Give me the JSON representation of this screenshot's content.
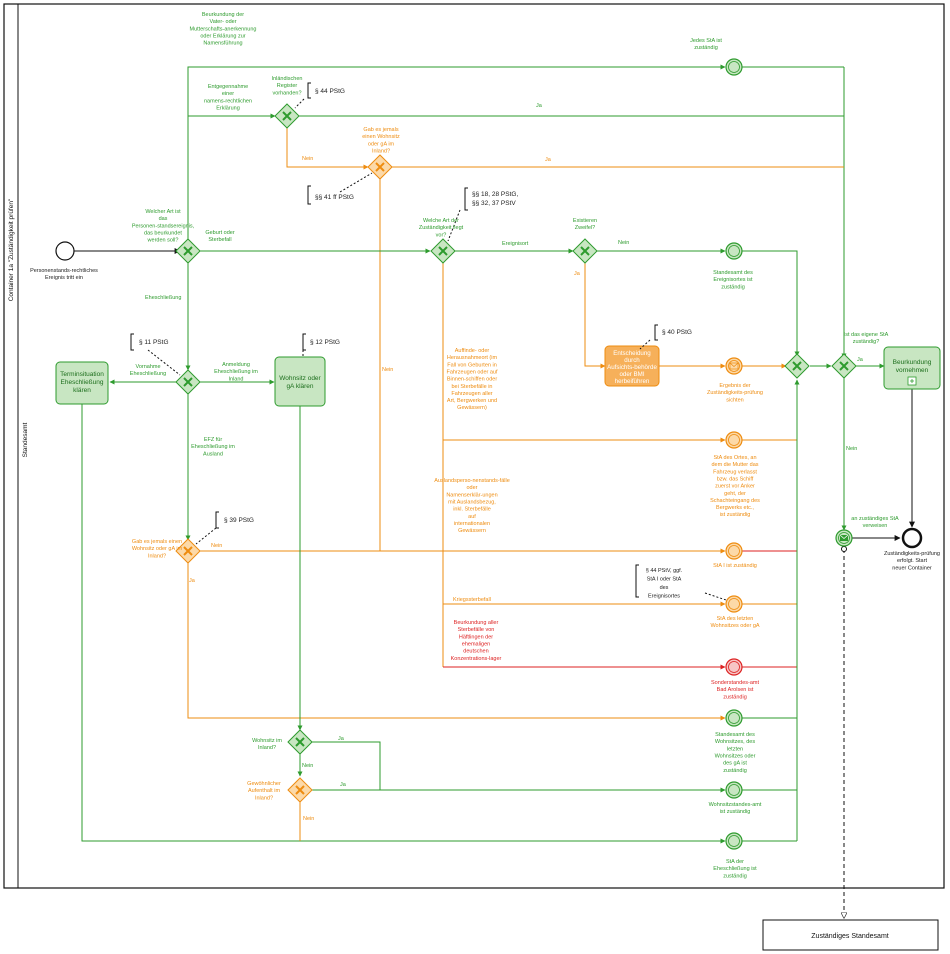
{
  "pool": {
    "name": "Container 1a \"Zuständigkeit prüfen\"",
    "lane": "Standesamt"
  },
  "external": {
    "label": "Zuständiges Standesamt"
  },
  "events": {
    "start": "Personenstands-rechtliches Ereignis tritt ein",
    "end": "Zuständigkeits-prüfung erfolgt. Start neuer Container",
    "e_jedes": "Jedes StA ist zuständig",
    "e_ereignisort": "Standesamt des Ereignisortes ist zuständig",
    "e_ergebnis": "Ergebnis der Zuständigkeits-prüfung sichten",
    "e_ortes": "StA des Ortes, an dem die Mutter das Fahrzeug verlasst bzw. das Schiff zuerst vor Anker geht, der Schachteingang des Bergwerks etc., ist zuständig",
    "e_sta1": "StA I ist zuständig",
    "e_letzten": "StA des letzten Wohnsitzes oder gA",
    "e_arolsen": "Sonderstandes-amt Bad Arolsen ist zuständig",
    "e_wohnsitzes": "Standesamt des Wohnsitzes, des letzten Wohnsitzes oder des gA ist zuständig",
    "e_wohnsitzstandes": "Wohnsitzstandes-amt ist zuständig",
    "e_eheschliessung": "StA der Eheschließung ist zuständig",
    "e_verweisen": "an zuständiges StA verweisen"
  },
  "tasks": {
    "terminsituation": "Terminsituation Eheschließung klären",
    "wohnsitz": "Wohnsitz oder gA klären",
    "entscheidung": "Entscheidung durch Aufsichts-behörde oder BMI herbeiführen",
    "beurkundung": "Beurkundung vornehmen"
  },
  "gateways": {
    "welche_art": "Welcher Art ist das Personen-standsereignis, das beurkundet werden soll?",
    "inlaendische": "Inländischen Register vorhanden?",
    "gab_es_top": "Gab es jemals einen Wohnsitz oder gA im Inland?",
    "welche_zust": "Welche Art der Zuständigkeit liegt vor?",
    "existieren": "Existieren Zweifel?",
    "eigene": "Ist das eigene StA zuständig?",
    "gab_es_low": "Gab es jemals einen Wohnsitz oder gA im Inland?",
    "wohnsitz_inland": "Wohnsitz im Inland?",
    "gewoehnlicher": "Gewöhnlicher Aufenthalt im Inland?"
  },
  "flows": {
    "beurkundung_vater": "Beurkundung der Vater- oder Mutterschafts-anerkennung oder Erklärung zur Namensführung",
    "entgegennahme": "Entgegennahme einer namens-rechtlichen Erklärung",
    "geburt": "Geburt oder Sterbefall",
    "eheschliessung": "Eheschließung",
    "vornahme": "Vornahme Eheschließung",
    "anmeldung": "Anmeldung Eheschließung im Inland",
    "efz": "EFZ für Eheschließung im Ausland",
    "ereignisort": "Ereignisort",
    "auffinde": "Auffinde- oder Herausnahmeort (im Fall von Geburten in Fahrzeugen oder auf Binnen-schiffen oder bei Sterbefälle in Fahrzeugen aller Art, Bergwerken und Gewässern)",
    "auslands": "Auslandsperso-nenstands-fälle oder Namenserklär-ungen mit Auslandsbezug, inkl. Sterbefälle auf internationalen Gewässern",
    "kriegssterbefall": "Kriegssterbefall",
    "kz": "Beurkundung aller Sterbefälle von Häftlingen der ehemaligen deutschen Konzentrations-lager",
    "ja": "Ja",
    "nein": "Nein"
  },
  "refs": {
    "r44": "§ 44 PStG",
    "r41": "§§ 41 ff PStG",
    "r18a": "§§ 18, 28 PStG,",
    "r18b": "§§ 32, 37 PStV",
    "r40": "§ 40 PStG",
    "r11": "§ 11 PStG",
    "r12": "§ 12 PStG",
    "r39": "§ 39 PStG",
    "r44pstv": "§ 44 PStV, ggf. StA I oder StA des Ereignisortes"
  },
  "colors": {
    "green": "#2e9b2e",
    "orange": "#ee8c10",
    "red": "#dd2222",
    "task_fill": "#c8e6c2",
    "orange_fill": "#f6b05a"
  }
}
